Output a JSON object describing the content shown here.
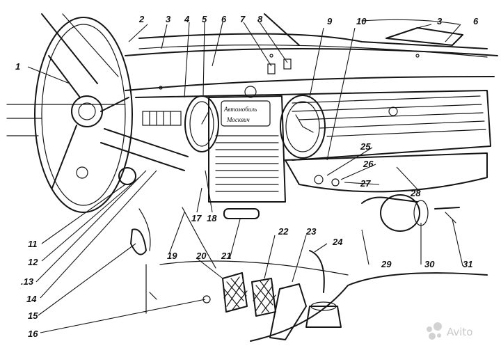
{
  "figure": {
    "labels": [
      {
        "id": "2",
        "text": "2"
      },
      {
        "id": "3a",
        "text": "3"
      },
      {
        "id": "4",
        "text": "4"
      },
      {
        "id": "5",
        "text": "5"
      },
      {
        "id": "6a",
        "text": "6"
      },
      {
        "id": "7",
        "text": "7"
      },
      {
        "id": "8",
        "text": "8"
      },
      {
        "id": "9",
        "text": "9"
      },
      {
        "id": "10",
        "text": "10"
      },
      {
        "id": "3b",
        "text": "3"
      },
      {
        "id": "6b",
        "text": "6"
      },
      {
        "id": "1",
        "text": "1"
      },
      {
        "id": "25",
        "text": "25"
      },
      {
        "id": "26",
        "text": "26"
      },
      {
        "id": "27",
        "text": "27"
      },
      {
        "id": "28",
        "text": "28"
      },
      {
        "id": "17",
        "text": "17"
      },
      {
        "id": "18",
        "text": "18"
      },
      {
        "id": "11",
        "text": "11"
      },
      {
        "id": "12",
        "text": "12"
      },
      {
        "id": "13",
        "text": ".13"
      },
      {
        "id": "14",
        "text": "14"
      },
      {
        "id": "15",
        "text": "15"
      },
      {
        "id": "16",
        "text": "16"
      },
      {
        "id": "19",
        "text": "19"
      },
      {
        "id": "20",
        "text": "20"
      },
      {
        "id": "21",
        "text": "21"
      },
      {
        "id": "22",
        "text": "22"
      },
      {
        "id": "23",
        "text": "23"
      },
      {
        "id": "24",
        "text": "24"
      },
      {
        "id": "29",
        "text": "29"
      },
      {
        "id": "30",
        "text": "30"
      },
      {
        "id": "31",
        "text": "31"
      }
    ],
    "badge_line1": "Автомобиль",
    "badge_line2": "Москвич",
    "watermark": "Avito",
    "ink_color": "#151515"
  }
}
